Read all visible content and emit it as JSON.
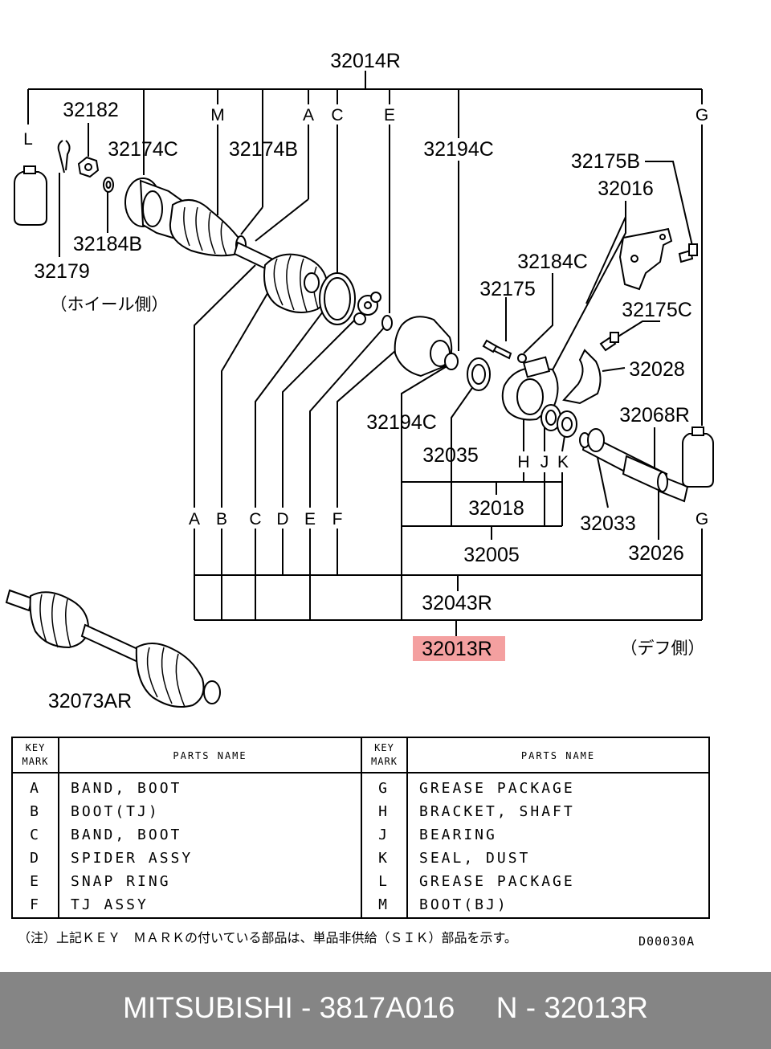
{
  "diagram": {
    "callouts": {
      "p32014R": "32014R",
      "p32182": "32182",
      "p32174C": "32174C",
      "p32174B": "32174B",
      "p32184B": "32184B",
      "p32179": "32179",
      "wheel_side": "（ホイール側）",
      "p32194C_top": "32194C",
      "p32175B": "32175B",
      "p32016": "32016",
      "p32184C": "32184C",
      "p32175": "32175",
      "p32175C": "32175C",
      "p32028": "32028",
      "p32194C_low": "32194C",
      "p32068R": "32068R",
      "p32035": "32035",
      "p32018": "32018",
      "p32033": "32033",
      "p32005": "32005",
      "p32026": "32026",
      "p32043R": "32043R",
      "p32013R": "32013R",
      "diff_side": "（デフ側）",
      "p32073AR": "32073AR"
    },
    "top_marks": {
      "L": "L",
      "M": "M",
      "A": "A",
      "C": "C",
      "E": "E",
      "G": "G"
    },
    "bottom_marks": {
      "A": "A",
      "B": "B",
      "C": "C",
      "D": "D",
      "E": "E",
      "F": "F",
      "H": "H",
      "J": "J",
      "K": "K",
      "G": "G"
    },
    "highlight_color": "#f4a0a0"
  },
  "table": {
    "key_header": "KEY\nMARK",
    "name_header": "PARTS NAME",
    "left_rows": [
      {
        "key": "A",
        "name": "BAND, BOOT"
      },
      {
        "key": "B",
        "name": "BOOT(TJ)"
      },
      {
        "key": "C",
        "name": "BAND, BOOT"
      },
      {
        "key": "D",
        "name": "SPIDER ASSY"
      },
      {
        "key": "E",
        "name": "SNAP RING"
      },
      {
        "key": "F",
        "name": "TJ ASSY"
      }
    ],
    "right_rows": [
      {
        "key": "G",
        "name": "GREASE PACKAGE"
      },
      {
        "key": "H",
        "name": "BRACKET, SHAFT"
      },
      {
        "key": "J",
        "name": "BEARING"
      },
      {
        "key": "K",
        "name": "SEAL, DUST"
      },
      {
        "key": "L",
        "name": "GREASE PACKAGE"
      },
      {
        "key": "M",
        "name": "BOOT(BJ)"
      }
    ]
  },
  "footnote": "（注）上記ＫＥＹ　ＭＡＲＫの付いている部品は、単品非供給（ＳＩＫ）部品を示す。",
  "drawing_code": "D00030A",
  "footer": {
    "text": "MITSUBISHI - 3817A016     N - 32013R",
    "bg": "#858585"
  }
}
